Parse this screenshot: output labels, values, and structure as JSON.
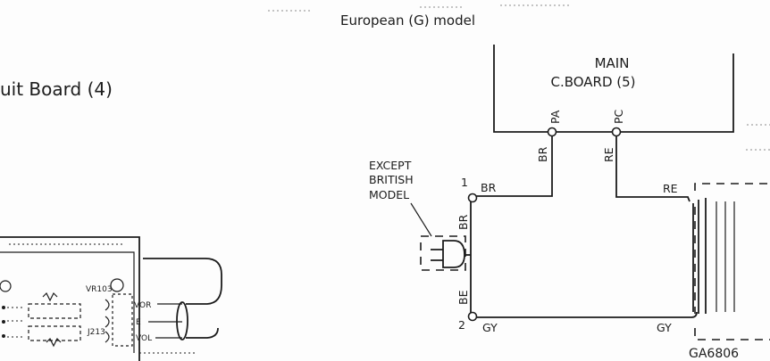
{
  "left_title": "uit Board (4)",
  "model_title": "European (G) model",
  "main_board": {
    "line1": "MAIN",
    "line2": "C.BOARD (5)",
    "pin_pa": "PA",
    "pin_pc": "PC"
  },
  "wire_labels": {
    "br_vertical": "BR",
    "re_vertical": "RE",
    "br_horizontal": "BR",
    "re_horizontal": "RE",
    "br_plug": "BR",
    "be_plug": "BE",
    "gy_left": "GY",
    "gy_right": "GY"
  },
  "pin_numbers": {
    "pin1": "1",
    "pin2": "2"
  },
  "except_note": [
    "EXCEPT",
    "BRITISH",
    "MODEL"
  ],
  "part_code": "GA6806",
  "left_board": {
    "vr": "VR103",
    "jack": "J213",
    "vor": "VOR",
    "e": "E",
    "vol": "VOL"
  }
}
